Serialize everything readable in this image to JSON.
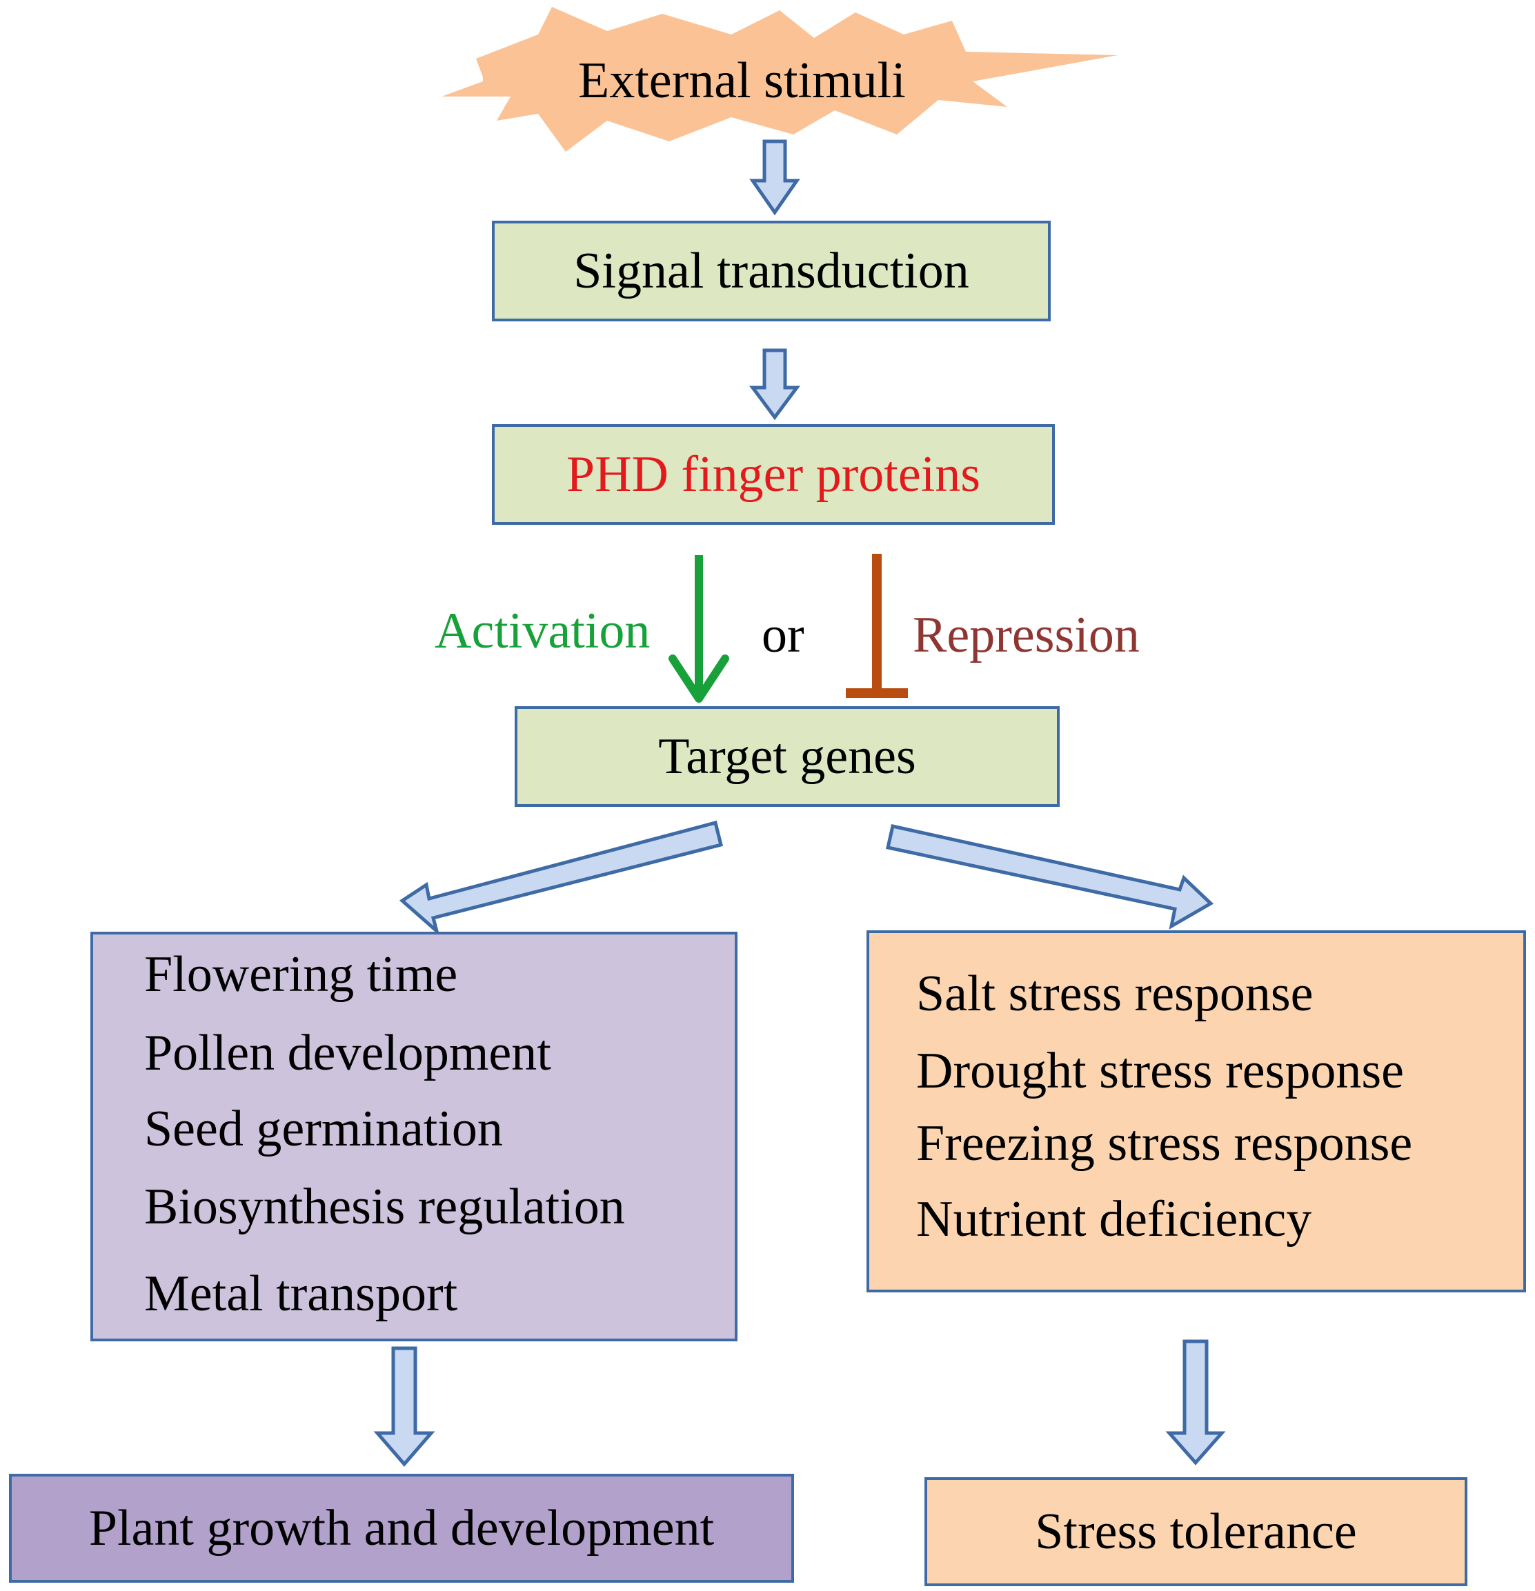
{
  "top_node": {
    "label": "External stimuli"
  },
  "signal_node": {
    "label": "Signal transduction"
  },
  "phd_node": {
    "label": "PHD finger proteins"
  },
  "regulation": {
    "activation": "Activation",
    "connector": "or",
    "repression": "Repression"
  },
  "target_node": {
    "label": "Target genes"
  },
  "development_box": {
    "items": [
      "Flowering time",
      "Pollen development",
      "Seed germination",
      "Biosynthesis regulation",
      "Metal transport"
    ]
  },
  "stress_box": {
    "items": [
      "Salt stress response",
      "Drought stress response",
      "Freezing stress response",
      "Nutrient deficiency"
    ]
  },
  "outcome_left": {
    "label": "Plant growth and development"
  },
  "outcome_right": {
    "label": "Stress tolerance"
  },
  "colors": {
    "arrow_fill": "#c9d9f2",
    "arrow_stroke": "#3e6aa5",
    "box_green": "#dde8c3",
    "box_purple": "#cdc3dd",
    "box_purple_dark": "#b1a1cb",
    "box_orange": "#fcd5b0",
    "starburst": "#fbc295",
    "activation": "#18a13a",
    "repression": "#8e3632",
    "phd_text": "#e31a1c"
  }
}
